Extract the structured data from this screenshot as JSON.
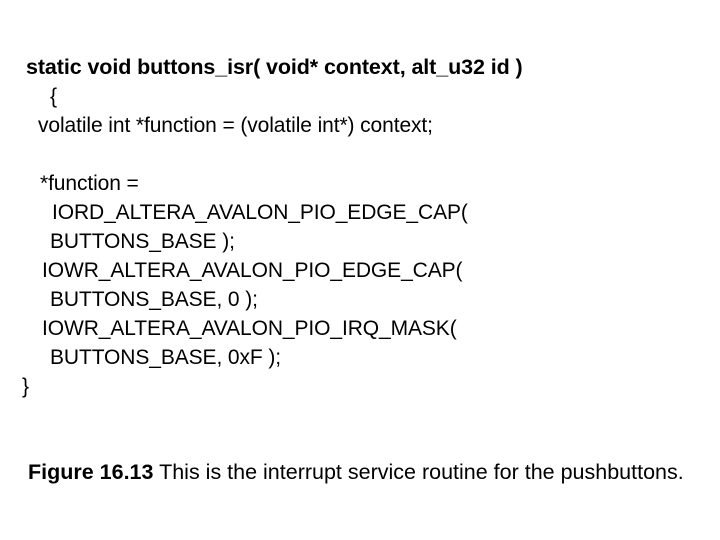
{
  "slide": {
    "background_color": "#ffffff",
    "text_color": "#000000"
  },
  "code": {
    "language": "c",
    "lines": [
      {
        "text": "static void buttons_isr( void* context, alt_u32 id )",
        "indent": 1,
        "bold": true
      },
      {
        "text": "{",
        "indent": 5,
        "bold": false
      },
      {
        "text": "volatile int *function = (volatile int*) context;",
        "indent": 2,
        "bold": false
      },
      {
        "text": "",
        "indent": 0,
        "bold": false
      },
      {
        "text": "*function =",
        "indent": 3,
        "bold": false
      },
      {
        "text": "IORD_ALTERA_AVALON_PIO_EDGE_CAP(",
        "indent": 6,
        "bold": false
      },
      {
        "text": "BUTTONS_BASE );",
        "indent": 5,
        "bold": false
      },
      {
        "text": "IOWR_ALTERA_AVALON_PIO_EDGE_CAP(",
        "indent": 4,
        "bold": false
      },
      {
        "text": "BUTTONS_BASE, 0 );",
        "indent": 5,
        "bold": false
      },
      {
        "text": "IOWR_ALTERA_AVALON_PIO_IRQ_MASK(",
        "indent": 4,
        "bold": false
      },
      {
        "text": "BUTTONS_BASE, 0xF );",
        "indent": 5,
        "bold": false
      },
      {
        "text": "}",
        "indent": 0,
        "bold": false
      }
    ]
  },
  "caption": {
    "label": "Figure 16.13",
    "separator": " ",
    "text": "This is the interrupt service routine for the pushbuttons."
  }
}
